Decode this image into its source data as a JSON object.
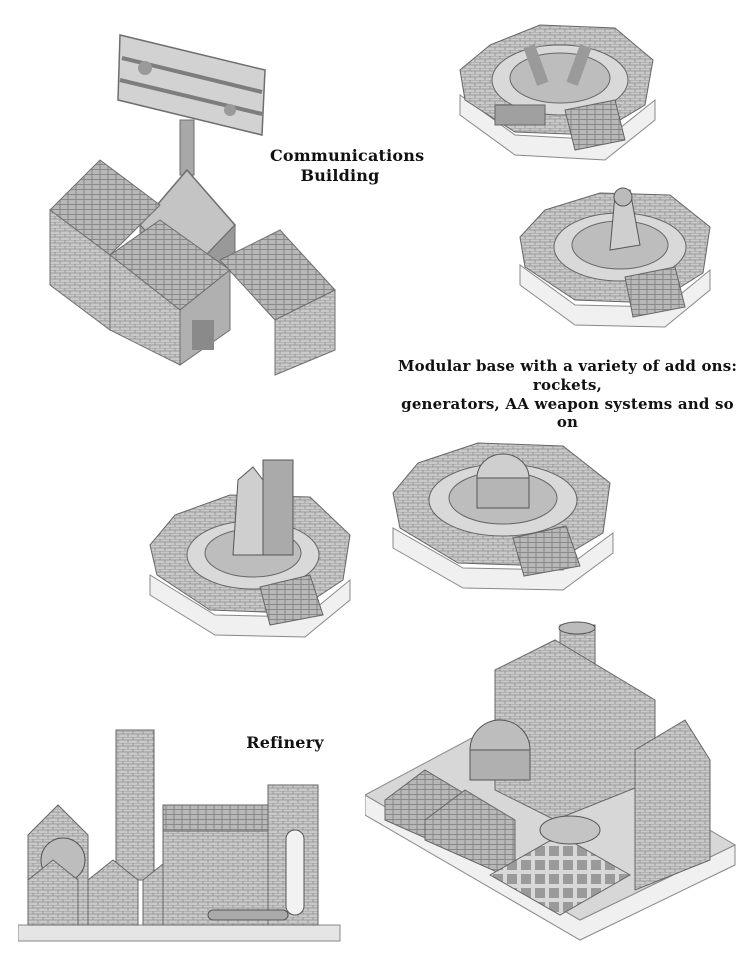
{
  "captions": {
    "communications": "Communications\nBuilding",
    "modular": "Modular base with a variety of add ons: rockets,\ngenerators, AA weapon systems and so on",
    "refinery": "Refinery"
  },
  "colors": {
    "light": "#e6e6e6",
    "mid": "#bdbdbd",
    "dark": "#8a8a8a",
    "deep": "#5e5e5e",
    "base": "#f0f0f0"
  }
}
